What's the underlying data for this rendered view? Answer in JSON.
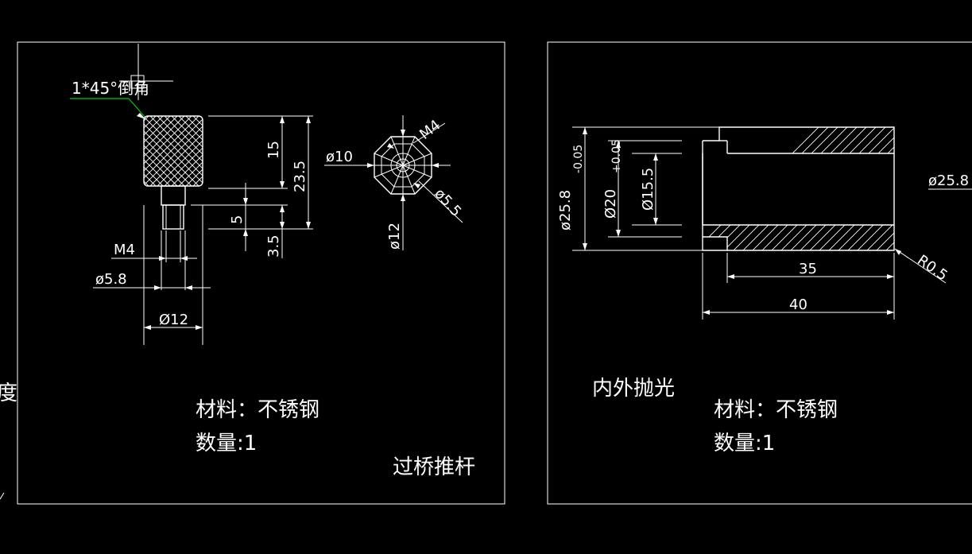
{
  "colors": {
    "background": "#000000",
    "lines": "#ffffff",
    "leader": "#00cc00"
  },
  "left_sheet": {
    "chamfer_note": "1*45°倒角",
    "dims": {
      "d15": "15",
      "d23_5": "23.5",
      "d5": "5",
      "d3_5": "3.5",
      "m4": "M4",
      "phi5_8": "ø5.8",
      "phi12_bottom": "Ø12",
      "phi10": "ø10",
      "m4_top": "M4",
      "phi5_5": "ø5.5",
      "phi12_side": "ø12"
    },
    "material": "材料：不锈钢",
    "quantity": "数量:1",
    "part_name": "过桥推杆"
  },
  "right_sheet": {
    "dims": {
      "phi25_8_left": "ø25.8",
      "tol_minus": "-0.05",
      "phi20": "Ø20",
      "tol_plus": "+0.05",
      "phi15_5": "Ø15.5",
      "phi25_8_right": "ø25.8",
      "d35": "35",
      "d40": "40",
      "r0_5": "R0.5"
    },
    "polish_note": "内外抛光",
    "material": "材料：不锈钢",
    "quantity": "数量:1"
  },
  "edge_char": "度"
}
